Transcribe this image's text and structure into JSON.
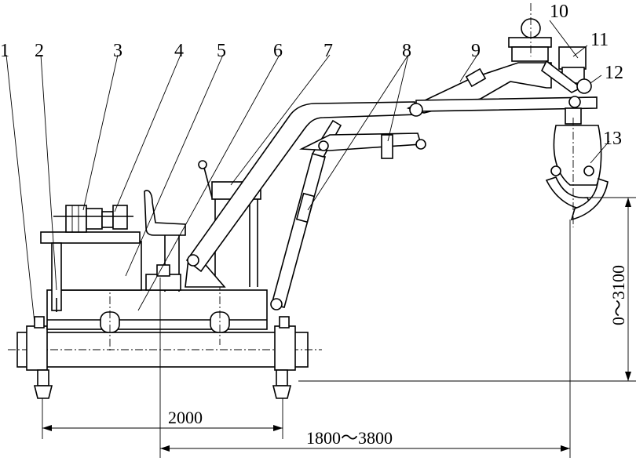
{
  "callouts": [
    {
      "n": "1"
    },
    {
      "n": "2"
    },
    {
      "n": "3"
    },
    {
      "n": "4"
    },
    {
      "n": "5"
    },
    {
      "n": "6"
    },
    {
      "n": "7"
    },
    {
      "n": "8"
    },
    {
      "n": "9"
    },
    {
      "n": "10"
    },
    {
      "n": "11"
    },
    {
      "n": "12"
    },
    {
      "n": "13"
    }
  ],
  "dimensions": {
    "track_span": "2000",
    "reach": "1800～3800",
    "height": "0～3100"
  }
}
